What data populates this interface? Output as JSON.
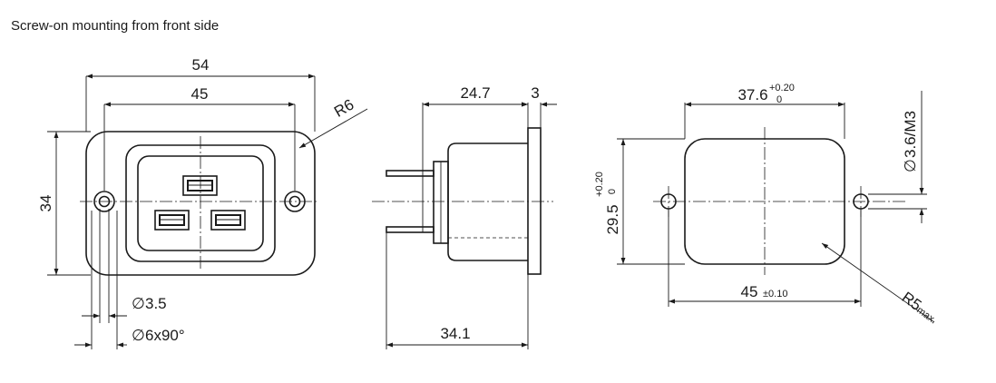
{
  "caption": "Screw-on mounting from front side",
  "front_view": {
    "width_outer": "54",
    "width_holes": "45",
    "radius": "R6",
    "height": "34",
    "hole_diameter": "3.5",
    "countersink": "6x90°",
    "diameter_symbol": "∅"
  },
  "side_view": {
    "depth": "24.7",
    "flange": "3",
    "total_length": "34.1"
  },
  "cutout": {
    "width": "37.6",
    "width_tol_upper": "+0.20",
    "width_tol_lower": "0",
    "height": "29.5",
    "height_tol_upper": "+0.20",
    "height_tol_lower": "0",
    "hole_spacing": "45",
    "hole_spacing_tol": "±0.10",
    "hole_thread": "3.6/M3",
    "corner_radius": "R5",
    "corner_radius_note": "max.",
    "diameter_symbol": "∅"
  }
}
